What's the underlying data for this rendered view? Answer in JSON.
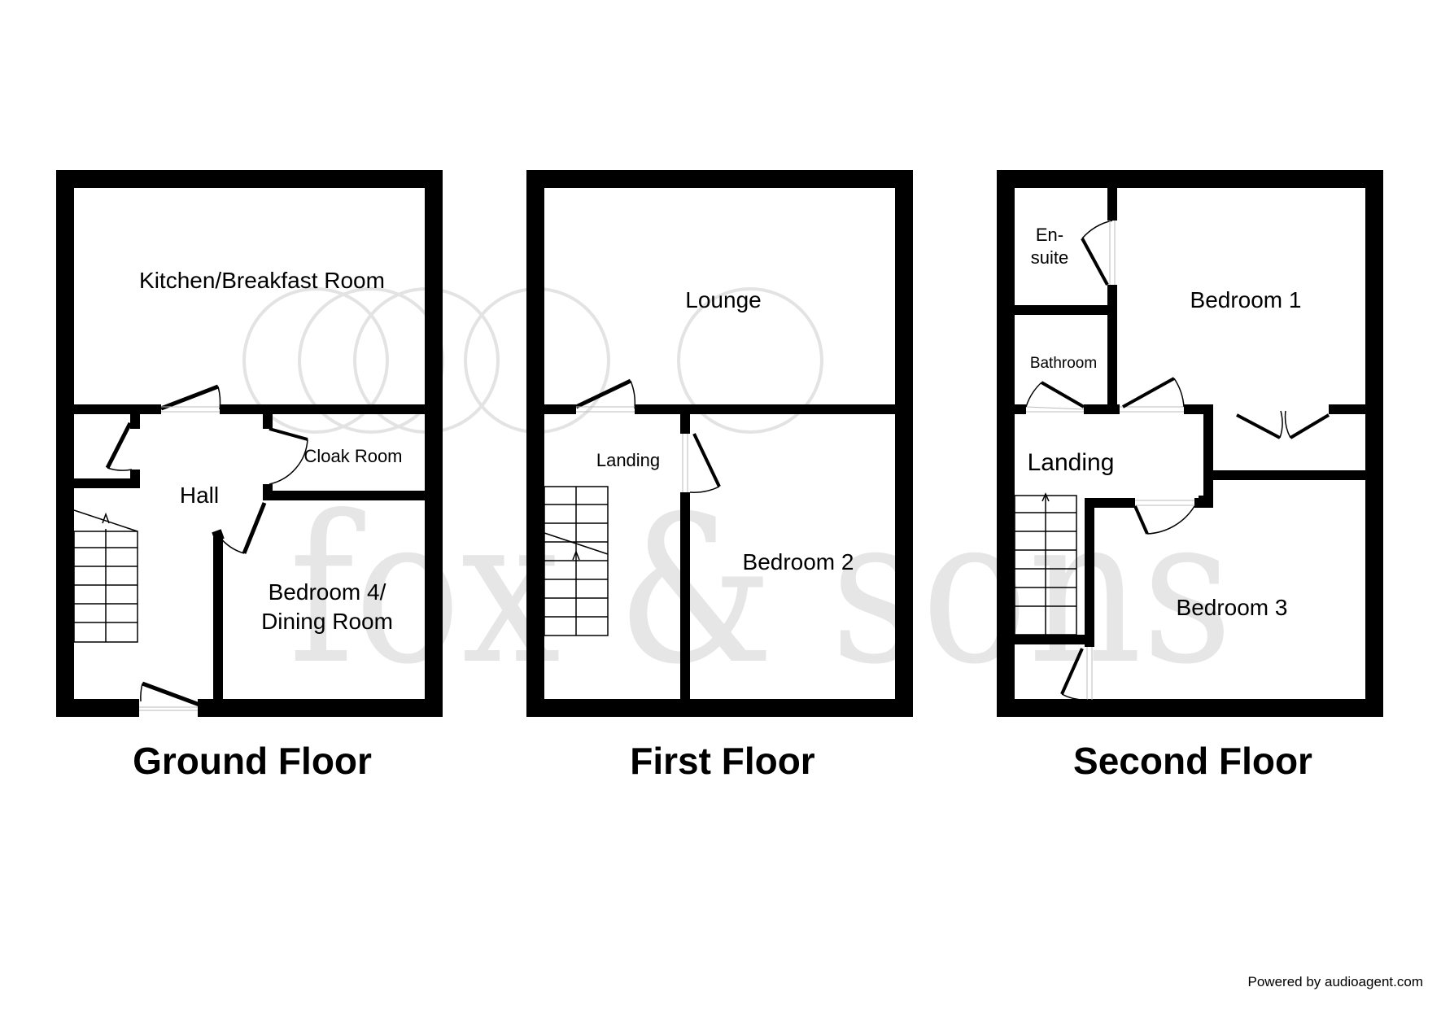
{
  "watermark": {
    "text": "fox & sons"
  },
  "floors": [
    {
      "title": "Ground Floor",
      "rooms": [
        "Kitchen/Breakfast Room",
        "Hall",
        "Cloak Room",
        "Bedroom 4/",
        "Dining Room"
      ]
    },
    {
      "title": "First Floor",
      "rooms": [
        "Lounge",
        "Landing",
        "Bedroom 2"
      ]
    },
    {
      "title": "Second Floor",
      "rooms": [
        "En-",
        "suite",
        "Bedroom 1",
        "Bathroom",
        "Landing",
        "Bedroom 3"
      ]
    }
  ],
  "credit": "Powered by audioagent.com"
}
